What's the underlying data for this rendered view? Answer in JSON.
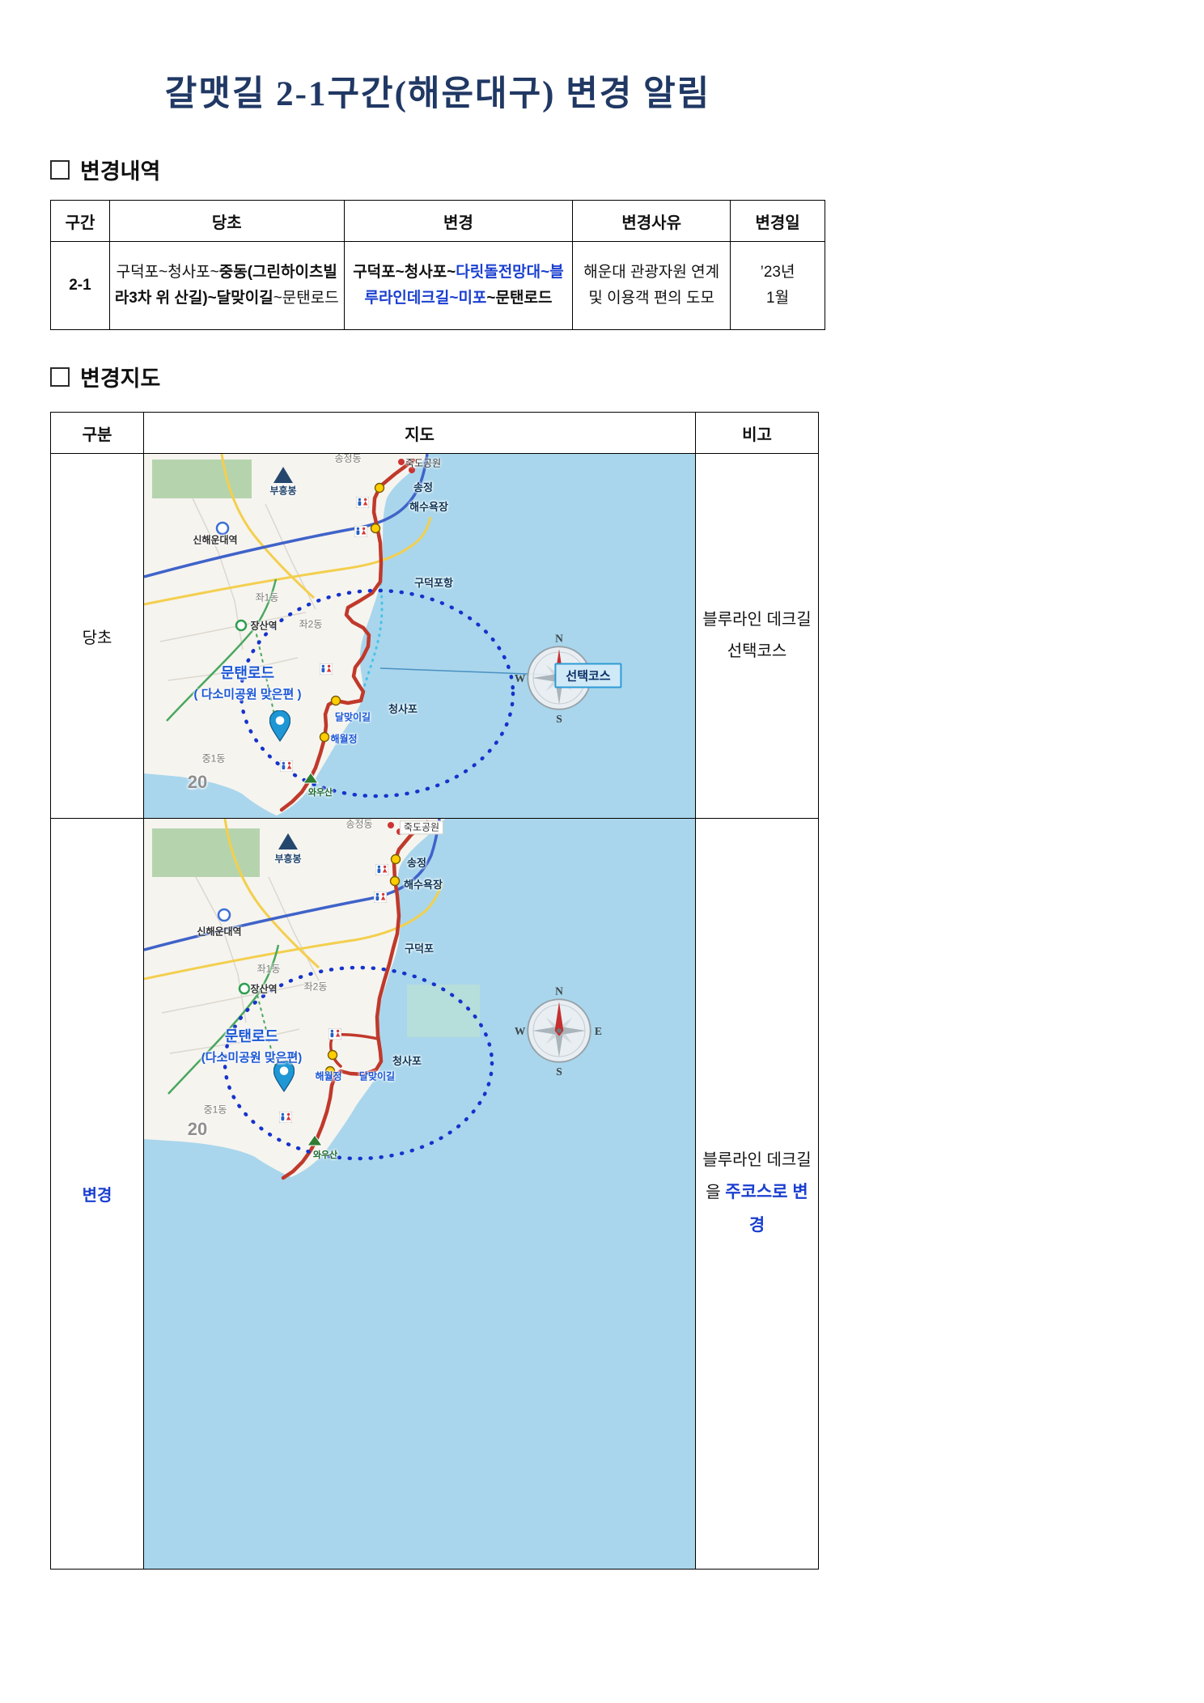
{
  "title": "갈맷길 2-1구간(해운대구) 변경 알림",
  "sections": {
    "history": {
      "heading": "변경내역"
    },
    "map": {
      "heading": "변경지도"
    }
  },
  "change_table": {
    "headers": [
      "구간",
      "당초",
      "변경",
      "변경사유",
      "변경일"
    ],
    "row": {
      "section": "2-1",
      "original_seg1": "구덕포~청사포~",
      "original_seg2": "중동(그린하이츠빌라3차 위 산길)~달맞이길",
      "original_seg3": "~문탠로드",
      "changed_seg1": "구덕포~청사포~",
      "changed_seg2": "다릿돌전망대~블루라인데크길~미포",
      "changed_seg3": "~문탠로드",
      "reason": "해운대 관광자원 연계 및 이용객 편의 도모",
      "date_line1": "’23년",
      "date_line2": "1월"
    }
  },
  "map_table": {
    "headers": [
      "구분",
      "지도",
      "비고"
    ],
    "row_original": {
      "label": "당초",
      "remark": "블루라인 데크길 선택코스"
    },
    "row_changed": {
      "label": "변경",
      "remark_black": "블루라인 데크길을",
      "remark_blue": "주코스로 변경"
    }
  },
  "map_labels": {
    "songjeong_dong": "송정동",
    "jukdo_park": "죽도공원",
    "songjeong": "송정",
    "beach": "해수욕장",
    "sin_haeundae_station": "신해운대역",
    "gudeokpo_port": "구덕포항",
    "gudeokpo": "구덕포",
    "jwa1_dong": "좌1동",
    "jwa2_dong": "좌2동",
    "jangsan_station": "장산역",
    "buheungbong": "부흥봉",
    "moontan_road": "문탠로드",
    "moontan_road_sub_1": "( 다소미공원 맞은편 )",
    "moontan_road_sub_2": "(다소미공원 맞은편)",
    "select_course": "선택코스",
    "cheongsapo": "청사포",
    "dalmaji_gil": "달맞이길",
    "haewoljeong": "해월정",
    "jung1_dong": "중1동",
    "route_20": "20",
    "wausan": "와우산",
    "compass": {
      "n": "N",
      "e": "E",
      "s": "S",
      "w": "W"
    }
  },
  "colors": {
    "title_navy": "#203864",
    "highlight_blue": "#1a3fd0",
    "route_red": "#c0392b",
    "optional_course_cyan": "#45c3e8",
    "ellipse_blue": "#1533cc",
    "sea_blue": "#a9d6ec"
  }
}
